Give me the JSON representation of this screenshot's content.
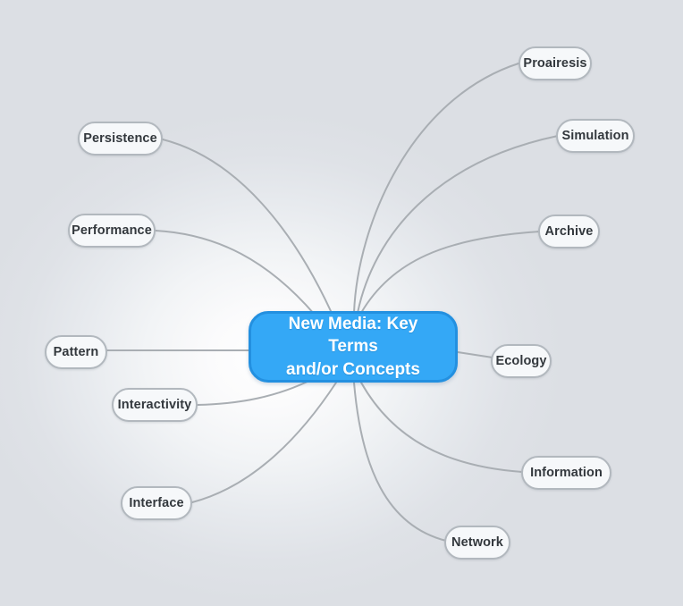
{
  "diagram": {
    "type": "mind-map",
    "title": "New Media: Key Terms and/or Concepts",
    "background_color": "#dcdfe4",
    "center_glow_color": "#ffffff",
    "edge_color": "#a9aeb3",
    "central_node": {
      "label": "New Media: Key Terms\nand/or Concepts",
      "fill_color": "#34a8f6",
      "border_color": "#2390e0",
      "text_color": "#ffffff"
    },
    "branch_style": {
      "fill_color": "#f6f8fa",
      "border_color": "#b2b8be",
      "text_color": "#33383d"
    },
    "branches": [
      {
        "id": "proairesis",
        "label": "Proairesis"
      },
      {
        "id": "simulation",
        "label": "Simulation"
      },
      {
        "id": "archive",
        "label": "Archive"
      },
      {
        "id": "ecology",
        "label": "Ecology"
      },
      {
        "id": "information",
        "label": "Information"
      },
      {
        "id": "network",
        "label": "Network"
      },
      {
        "id": "interface",
        "label": "Interface"
      },
      {
        "id": "interactivity",
        "label": "Interactivity"
      },
      {
        "id": "pattern",
        "label": "Pattern"
      },
      {
        "id": "performance",
        "label": "Performance"
      },
      {
        "id": "persistence",
        "label": "Persistence"
      }
    ]
  }
}
